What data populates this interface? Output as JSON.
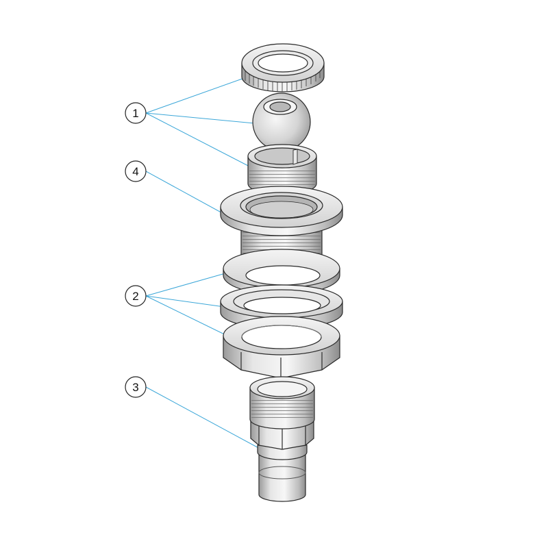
{
  "callouts": [
    {
      "id": "1",
      "label": "1"
    },
    {
      "id": "4",
      "label": "4"
    },
    {
      "id": "2",
      "label": "2"
    },
    {
      "id": "3",
      "label": "3"
    }
  ],
  "colors": {
    "leader": "#3aa6d8",
    "part_light": "#f1f1f1",
    "part_mid": "#c9c9c9",
    "part_dark": "#8a8a8a",
    "outline": "#2a2a2a"
  }
}
